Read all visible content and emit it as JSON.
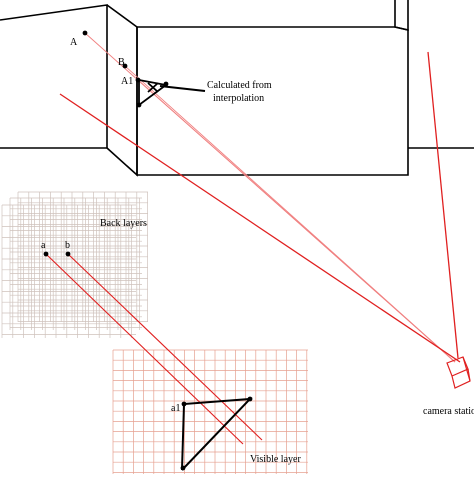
{
  "labels": {
    "point_A": "A",
    "point_B": "B",
    "point_A1": "A1",
    "callout_line1": "Calculated from",
    "callout_line2": "interpolation",
    "back_layers": "Back layers",
    "point_a": "a",
    "point_b": "b",
    "point_a1": "a1",
    "visible_layer": "Visible layer",
    "camera_station": "camera station"
  },
  "colors": {
    "ray_red": "#e02020",
    "ray_light": "#f08080",
    "grid_back": "#cfc2bc",
    "grid_front": "#e6a090",
    "outline": "#000000"
  }
}
